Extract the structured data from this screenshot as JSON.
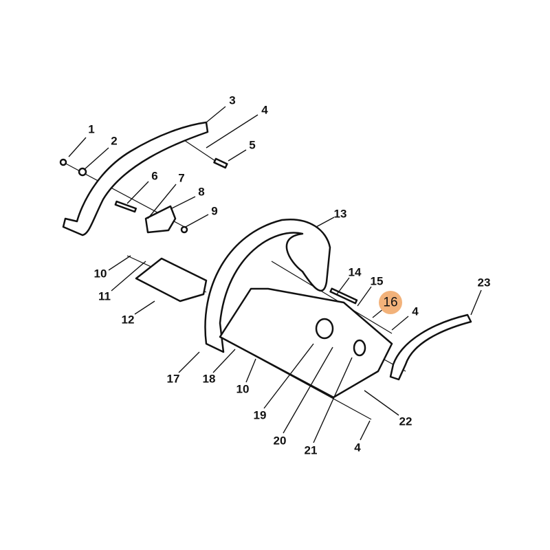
{
  "diagram": {
    "highlight_color": "#F2B27A",
    "callouts": [
      {
        "id": "c1",
        "text": "1",
        "highlighted": false
      },
      {
        "id": "c2",
        "text": "2",
        "highlighted": false
      },
      {
        "id": "c3",
        "text": "3",
        "highlighted": false
      },
      {
        "id": "c4a",
        "text": "4",
        "highlighted": false
      },
      {
        "id": "c5",
        "text": "5",
        "highlighted": false
      },
      {
        "id": "c6",
        "text": "6",
        "highlighted": false
      },
      {
        "id": "c7",
        "text": "7",
        "highlighted": false
      },
      {
        "id": "c8",
        "text": "8",
        "highlighted": false
      },
      {
        "id": "c9",
        "text": "9",
        "highlighted": false
      },
      {
        "id": "c10a",
        "text": "10",
        "highlighted": false
      },
      {
        "id": "c11",
        "text": "11",
        "highlighted": false
      },
      {
        "id": "c12",
        "text": "12",
        "highlighted": false
      },
      {
        "id": "c13",
        "text": "13",
        "highlighted": false
      },
      {
        "id": "c14",
        "text": "14",
        "highlighted": false
      },
      {
        "id": "c15",
        "text": "15",
        "highlighted": false
      },
      {
        "id": "c16",
        "text": "16",
        "highlighted": true
      },
      {
        "id": "c4b",
        "text": "4",
        "highlighted": false
      },
      {
        "id": "c23",
        "text": "23",
        "highlighted": false
      },
      {
        "id": "c17",
        "text": "17",
        "highlighted": false
      },
      {
        "id": "c18",
        "text": "18",
        "highlighted": false
      },
      {
        "id": "c10b",
        "text": "10",
        "highlighted": false
      },
      {
        "id": "c19",
        "text": "19",
        "highlighted": false
      },
      {
        "id": "c20",
        "text": "20",
        "highlighted": false
      },
      {
        "id": "c21",
        "text": "21",
        "highlighted": false
      },
      {
        "id": "c22",
        "text": "22",
        "highlighted": false
      },
      {
        "id": "c4c",
        "text": "4",
        "highlighted": false
      }
    ]
  }
}
